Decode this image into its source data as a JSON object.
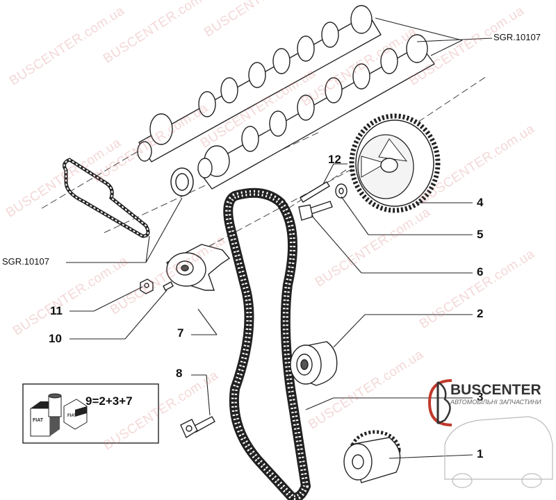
{
  "watermark": "BUSCENTER.com.ua",
  "brand": {
    "name": "BUSCENTER",
    "tagline": "АВТОМОБІЛЬНІ ЗАПЧАСТИНИ"
  },
  "references": {
    "top": "SGR.10107",
    "left": "SGR.10107"
  },
  "kit_formula": "9=2+3+7",
  "callouts": [
    "1",
    "2",
    "3",
    "4",
    "5",
    "6",
    "7",
    "8",
    "10",
    "11",
    "12"
  ],
  "kit_icons": {
    "box_label": "FIAT",
    "small_label": "FIAT"
  }
}
